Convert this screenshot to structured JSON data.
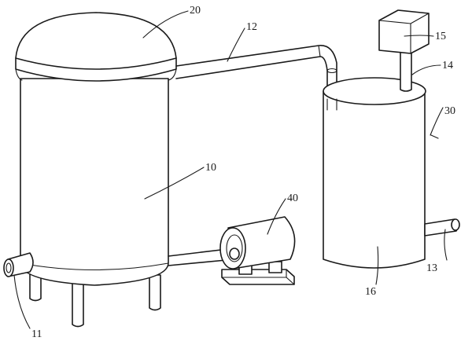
{
  "labels": {
    "lid": "20",
    "main_tank": "10",
    "drain_pipe": "11",
    "connecting_pipe": "12",
    "outlet_pipe": "13",
    "riser_pipe": "14",
    "controller_box": "15",
    "secondary_tank": "16",
    "secondary_assembly": "30",
    "motor": "40"
  },
  "line_color": "#1a1a1a",
  "background_color": "#ffffff"
}
